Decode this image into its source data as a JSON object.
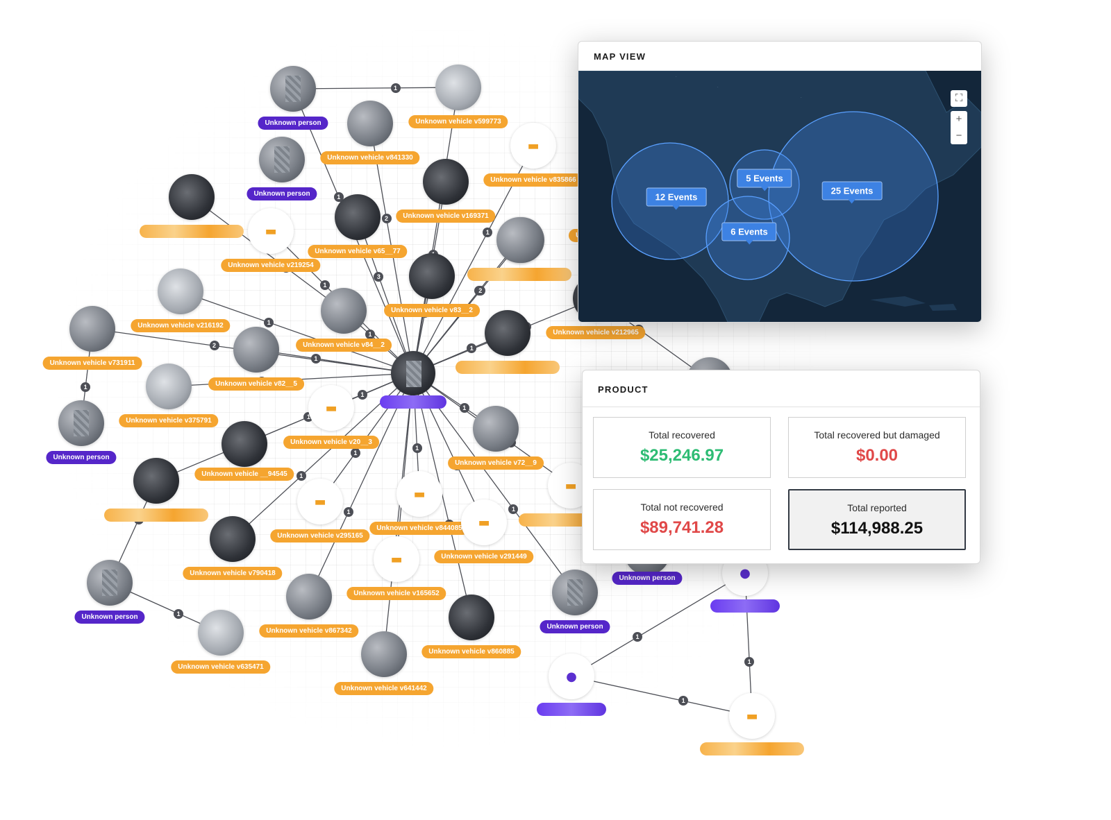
{
  "graph": {
    "labels": {
      "person_a": "Unknown person",
      "person_b": "Unknown person",
      "person_c": "Unknown person",
      "person_d": "Unknown person",
      "person_e": "Unknown person",
      "person_f": "Unknown person",
      "v599773": "Unknown vehicle v599773",
      "v841330": "Unknown vehicle v841330",
      "v835866": "Unknown vehicle v835866",
      "v169371": "Unknown vehicle v169371",
      "v219254": "Unknown vehicle v219254",
      "v65x": "Unknown vehicle v65__77",
      "v216192": "Unknown vehicle v216192",
      "v83x": "Unknown vehicle v83__2",
      "v212965": "Unknown vehicle v212965",
      "v731911": "Unknown vehicle v731911",
      "v84x": "Unknown vehicle v84__2",
      "v82x": "Unknown vehicle v82__5",
      "v375791": "Unknown vehicle v375791",
      "v20x": "Unknown vehicle v20__3",
      "v72x": "Unknown vehicle v72__9",
      "v94545": "Unknown vehicle __94545",
      "v295165": "Unknown vehicle v295165",
      "v844085": "Unknown vehicle v844085",
      "v291449": "Unknown vehicle v291449",
      "v790418": "Unknown vehicle v790418",
      "v165652": "Unknown vehicle v165652",
      "v867342": "Unknown vehicle v867342",
      "v860885": "Unknown vehicle v860885",
      "v635471": "Unknown vehicle v635471",
      "v641442": "Unknown vehicle v641442",
      "uni": "Uni"
    },
    "badges": [
      "1",
      "1",
      "2",
      "1",
      "1",
      "1",
      "3",
      "1",
      "1",
      "1",
      "1",
      "1",
      "2",
      "1",
      "1",
      "3",
      "1",
      "1",
      "1",
      "1",
      "1",
      "1",
      "1",
      "1",
      "1",
      "1",
      "1",
      "1",
      "2",
      "1",
      "1",
      "1",
      "1",
      "1",
      "1",
      "1",
      "1",
      "1",
      "1",
      "1",
      "1",
      "1",
      "1"
    ],
    "colors": {
      "vehicle_tag": "#f5a530",
      "person_tag": "#5526c9",
      "edge": "#4d4f56",
      "car_icon": "#f0a024",
      "user_icon": "#5b2fd0"
    },
    "icons": {
      "car": "car-icon",
      "user": "user-icon"
    }
  },
  "map_view": {
    "title": "MAP VIEW",
    "controls": {
      "fullscreen": "⛶",
      "zoom_in": "+",
      "zoom_out": "−"
    },
    "clusters": [
      {
        "label": "12 Events",
        "count": 12
      },
      {
        "label": "5 Events",
        "count": 5
      },
      {
        "label": "25 Events",
        "count": 25
      },
      {
        "label": "6 Events",
        "count": 6
      }
    ],
    "colors": {
      "water": "#13263a",
      "land": "#1f3a55",
      "circle": "#3d82e3"
    }
  },
  "product": {
    "title": "PRODUCT",
    "cards": [
      {
        "label": "Total recovered",
        "value": "$25,246.97",
        "color": "#2ebc74"
      },
      {
        "label": "Total recovered but damaged",
        "value": "$0.00",
        "color": "#e04848"
      },
      {
        "label": "Total not recovered",
        "value": "$89,741.28",
        "color": "#e04848"
      },
      {
        "label": "Total reported",
        "value": "$114,988.25",
        "color": "#111111"
      }
    ]
  }
}
